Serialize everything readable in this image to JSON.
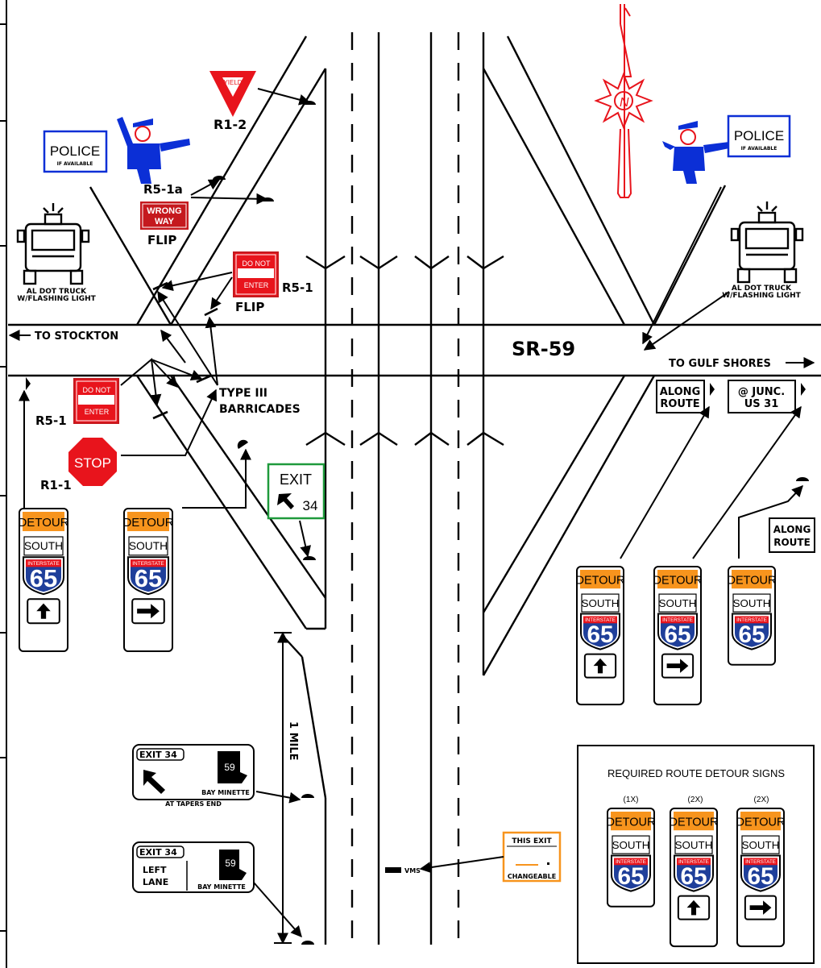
{
  "labels": {
    "r1_2": "R1-2",
    "r5_1a": "R5-1a",
    "flip_1": "FLIP",
    "flip_2": "FLIP",
    "r5_1_top": "R5-1",
    "r5_1_left": "R5-1",
    "r1_1": "R1-1",
    "type3_line1": "TYPE III",
    "type3_line2": "BARRICADES",
    "to_stockton": "TO STOCKTON",
    "to_gulf_shores": "TO GULF SHORES",
    "sr59": "SR-59",
    "one_mile": "1 MILE",
    "vms": "VMS",
    "at_tapers_end": "AT TAPERS END"
  },
  "signs": {
    "yield": "YIELD",
    "wrong_way_1": "WRONG",
    "wrong_way_2": "WAY",
    "do_not": "DO NOT",
    "enter": "ENTER",
    "stop": "STOP",
    "police": "POLICE",
    "if_available": "IF AVAILABLE",
    "truck_line1": "AL DOT TRUCK",
    "truck_line2": "W/FLASHING LIGHT",
    "exit": "EXIT",
    "exit_num": "34",
    "exit_34": "EXIT 34",
    "route_59": "59",
    "bay_minette": "BAY MINETTE",
    "left": "LEFT",
    "lane": "LANE",
    "along": "ALONG",
    "route": "ROUTE",
    "at_junc": "@ JUNC.",
    "us31": "US 31",
    "this_exit": "THIS EXIT",
    "changeable": "CHANGEABLE",
    "detour": "DETOUR",
    "south": "SOUTH",
    "interstate": "INTERSTATE",
    "i65": "65"
  },
  "legend": {
    "title": "REQUIRED ROUTE DETOUR SIGNS",
    "qty": [
      "(1X)",
      "(2X)",
      "(2X)"
    ]
  },
  "colors": {
    "red": "#e8141c",
    "detour_orange": "#f7941d",
    "blue": "#0b2fd6",
    "green": "#1f9a3c",
    "shield_blue": "#1f3f9a"
  }
}
